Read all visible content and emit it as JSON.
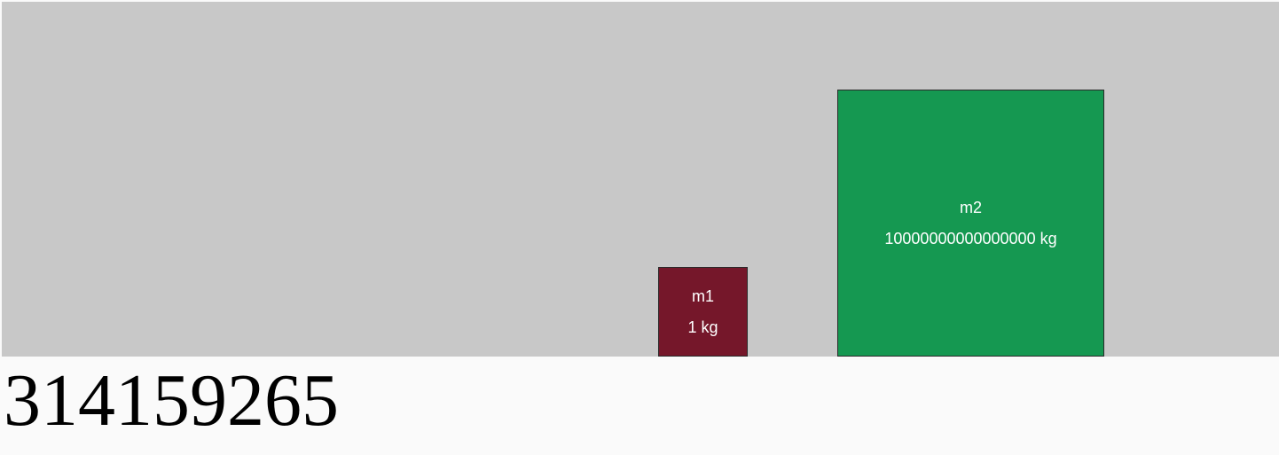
{
  "simulation": {
    "background_color": "#c8c8c8",
    "blocks": [
      {
        "name": "m1",
        "mass_label": "1 kg",
        "color": "#75172a"
      },
      {
        "name": "m2",
        "mass_label": "10000000000000000 kg",
        "color": "#159851"
      }
    ]
  },
  "collision_count": "314159265"
}
